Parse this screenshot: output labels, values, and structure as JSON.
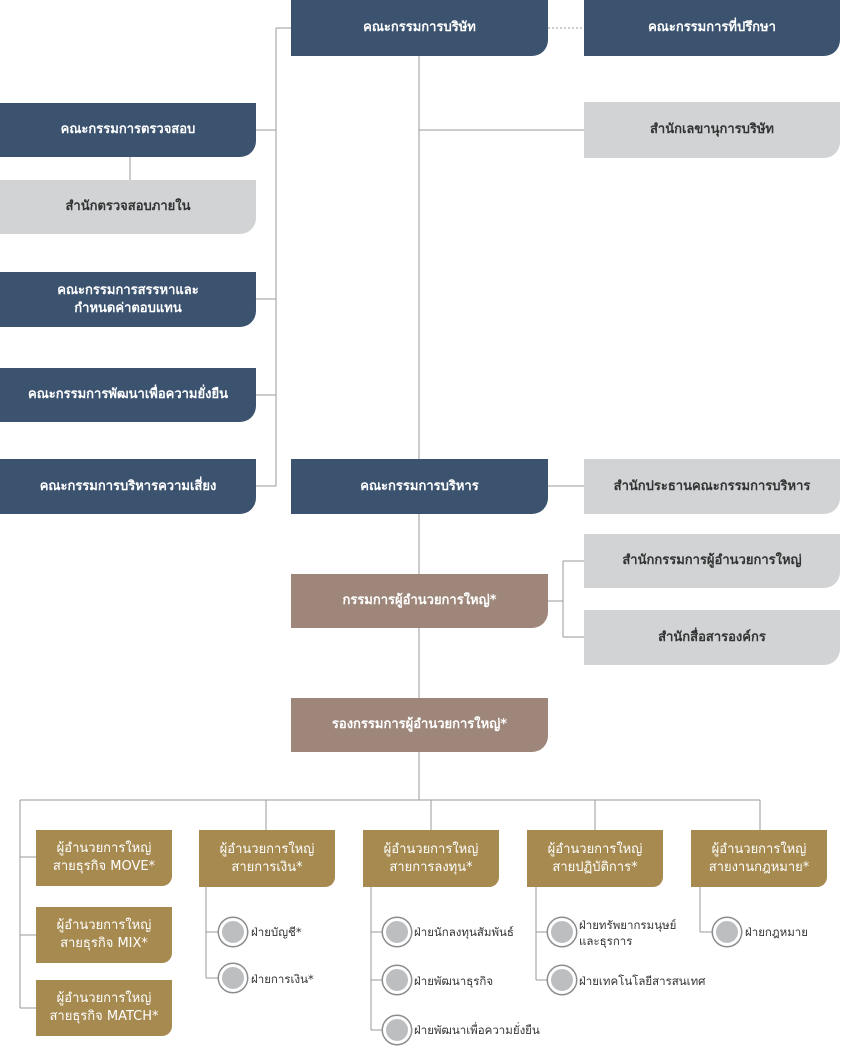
{
  "board": "คณะกรรมการบริษัท",
  "advisors": "คณะกรรมการที่ปรึกษา",
  "company_secretary": "สำนักเลขานุการบริษัท",
  "audit_committee": "คณะกรรมการตรวจสอบ",
  "internal_audit": "สำนักตรวจสอบภายใน",
  "nomination_committee_line1": "คณะกรรมการสรรหาและ",
  "nomination_committee_line2": "กำหนดค่าตอบแทน",
  "sustainability_committee": "คณะกรรมการพัฒนาเพื่อความยั่งยืน",
  "risk_committee": "คณะกรรมการบริหารความเสี่ยง",
  "executive_committee": "คณะกรรมการบริหาร",
  "exec_chairman_office": "สำนักประธานคณะกรรมการบริหาร",
  "ceo": "กรรมการผู้อำนวยการใหญ่*",
  "ceo_office": "สำนักกรรมการผู้อำนวยการใหญ่",
  "corp_comm": "สำนักสื่อสารองค์กร",
  "deputy_ceo": "รองกรรมการผู้อำนวยการใหญ่*",
  "evp": [
    {
      "line1": "ผู้อำนวยการใหญ่",
      "line2": "สายธุรกิจ MOVE*"
    },
    {
      "line1": "ผู้อำนวยการใหญ่",
      "line2": "สายธุรกิจ MIX*"
    },
    {
      "line1": "ผู้อำนวยการใหญ่",
      "line2": "สายธุรกิจ MATCH*"
    },
    {
      "line1": "ผู้อำนวยการใหญ่",
      "line2": "สายการเงิน*"
    },
    {
      "line1": "ผู้อำนวยการใหญ่",
      "line2": "สายการลงทุน*"
    },
    {
      "line1": "ผู้อำนวยการใหญ่",
      "line2": "สายปฏิบัติการ*"
    },
    {
      "line1": "ผู้อำนวยการใหญ่",
      "line2": "สายงานกฎหมาย*"
    }
  ],
  "finance_depts": [
    "ฝ่ายบัญชี*",
    "ฝ่ายการเงิน*"
  ],
  "investment_depts": [
    "ฝ่ายนักลงทุนสัมพันธ์",
    "ฝ่ายพัฒนาธุรกิจ",
    "ฝ่ายพัฒนาเพื่อความยั่งยืน"
  ],
  "operations_depts": [
    {
      "line1": "ฝ่ายทรัพยากรมนุษย์",
      "line2": "และธุรการ"
    },
    {
      "line1": "ฝ่ายเทคโนโลยีสารสนเทศ",
      "line2": ""
    }
  ],
  "legal_depts": [
    "ฝ่ายกฎหมาย"
  ],
  "colors": {
    "navy": "#3c5370",
    "grey": "#d1d3d4",
    "taupe": "#9e877a",
    "gold": "#a68a4f"
  }
}
